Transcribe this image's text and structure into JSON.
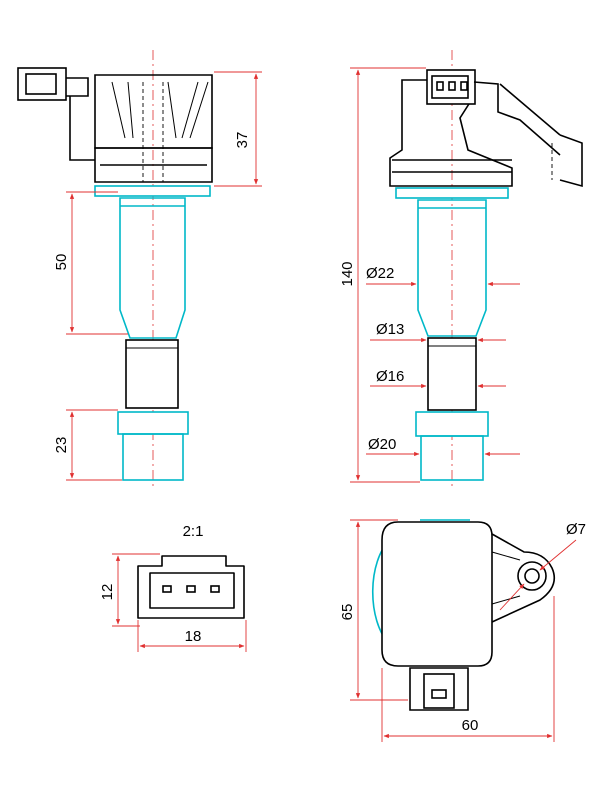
{
  "dimensions": {
    "front_height_top": "37",
    "front_height_boot": "50",
    "front_height_tip": "23",
    "side_total_height": "140",
    "dia_22": "Ø22",
    "dia_13": "Ø13",
    "dia_16": "Ø16",
    "dia_20": "Ø20",
    "scale_label": "2:1",
    "connector_height": "12",
    "connector_width": "18",
    "top_view_height": "65",
    "top_view_width": "60",
    "hole_dia": "Ø7"
  },
  "colors": {
    "outline": "#000000",
    "boot": "#00b8c8",
    "dimension": "#e03030"
  }
}
